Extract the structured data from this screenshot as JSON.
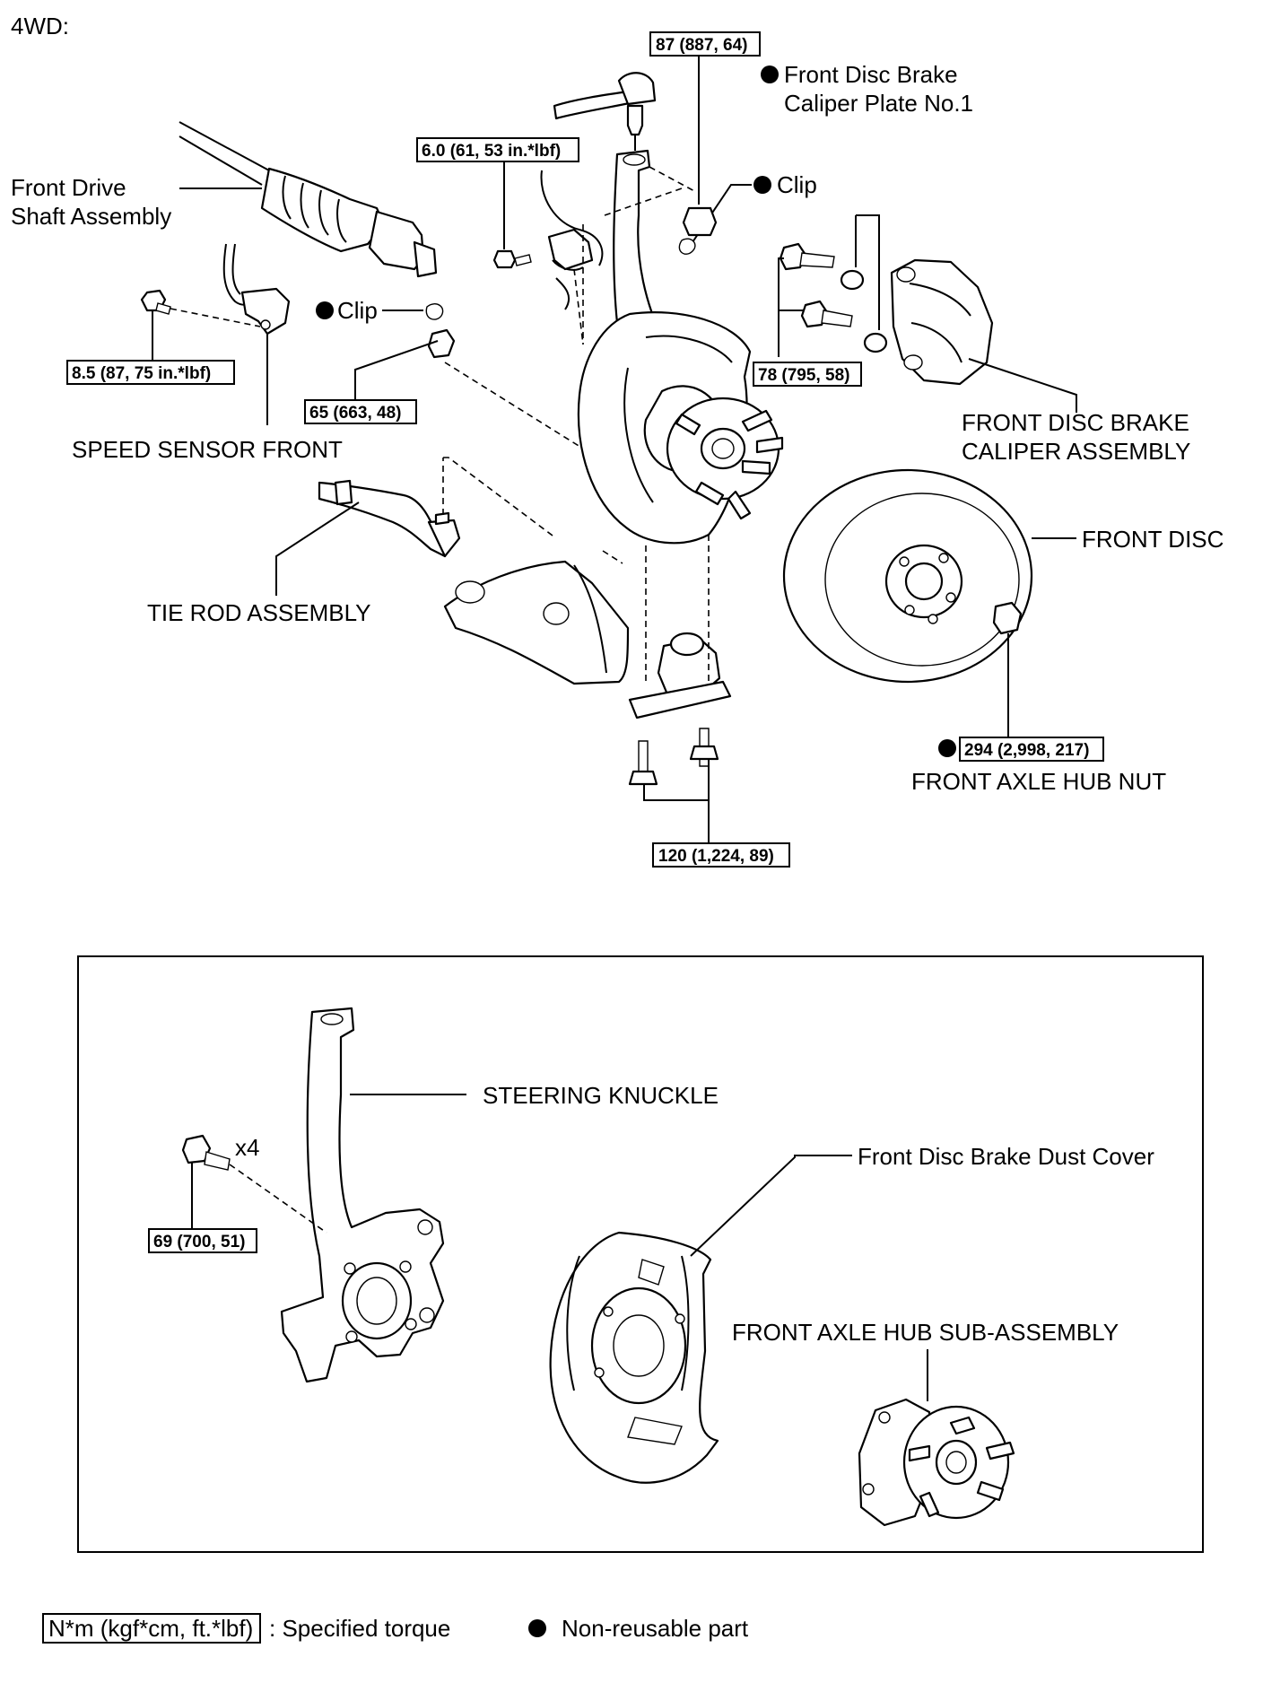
{
  "header": {
    "variant": "4WD:"
  },
  "torques": {
    "t87": "87 (887, 64)",
    "t6": "6.0 (61, 53 in.*lbf)",
    "t85": "8.5 (87, 75 in.*lbf)",
    "t65": "65 (663, 48)",
    "t78": "78 (795, 58)",
    "t294": "294 (2,998, 217)",
    "t120": "120 (1,224, 89)",
    "t69": "69 (700, 51)"
  },
  "labels": {
    "caliper_plate_1": "Front Disc Brake",
    "caliper_plate_2": "Caliper Plate No.1",
    "drive_shaft_1": "Front Drive",
    "drive_shaft_2": "Shaft Assembly",
    "clip_upper": "Clip",
    "clip_left": "Clip",
    "speed_sensor": "SPEED SENSOR FRONT",
    "caliper_assy_1": "FRONT DISC BRAKE",
    "caliper_assy_2": "CALIPER ASSEMBLY",
    "front_disc": "FRONT DISC",
    "tie_rod": "TIE ROD ASSEMBLY",
    "hub_nut": "FRONT AXLE HUB NUT",
    "steering_knuckle": "STEERING KNUCKLE",
    "x4": "x4",
    "dust_cover": "Front Disc Brake Dust Cover",
    "hub_sub": "FRONT AXLE HUB SUB-ASSEMBLY"
  },
  "legend": {
    "torque_unit": "N*m (kgf*cm, ft.*lbf)",
    "torque_desc": ": Specified torque",
    "nonreusable_desc": "Non-reusable part"
  }
}
